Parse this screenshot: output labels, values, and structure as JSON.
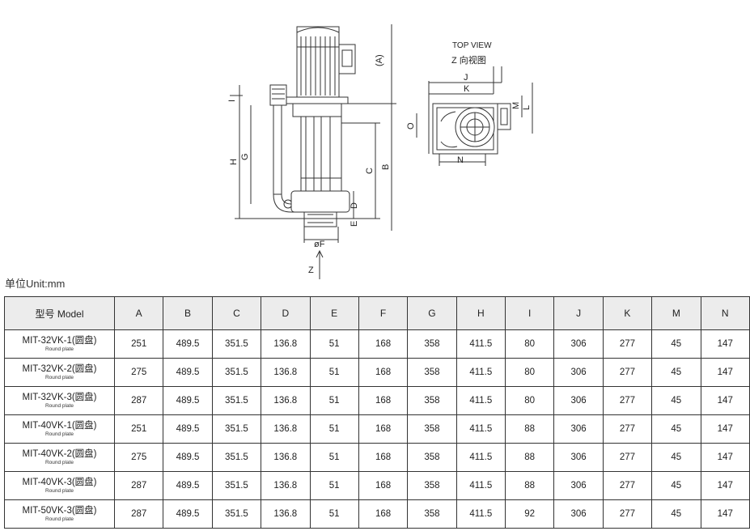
{
  "drawing": {
    "top_view_title": "TOP VIEW",
    "z_view_label": "Z  向视图",
    "z_arrow_label": "Z",
    "dim_labels": {
      "A": "(A)",
      "B": "B",
      "C": "C",
      "D": "D",
      "E": "E",
      "F": "øF",
      "G": "G",
      "H": "H",
      "I": "I",
      "J": "J",
      "K": "K",
      "L": "L",
      "M": "M",
      "N": "N",
      "O": "O"
    }
  },
  "unit_label": "单位Unit:mm",
  "table": {
    "headers": [
      "型号 Model",
      "A",
      "B",
      "C",
      "D",
      "E",
      "F",
      "G",
      "H",
      "I",
      "J",
      "K",
      "M",
      "N"
    ],
    "rows": [
      {
        "model": "MIT-32VK-1(圆盘)",
        "sub": "Round plate",
        "values": [
          "251",
          "489.5",
          "351.5",
          "136.8",
          "51",
          "168",
          "358",
          "411.5",
          "80",
          "306",
          "277",
          "45",
          "147"
        ]
      },
      {
        "model": "MIT-32VK-2(圆盘)",
        "sub": "Round plate",
        "values": [
          "275",
          "489.5",
          "351.5",
          "136.8",
          "51",
          "168",
          "358",
          "411.5",
          "80",
          "306",
          "277",
          "45",
          "147"
        ]
      },
      {
        "model": "MIT-32VK-3(圆盘)",
        "sub": "Round plate",
        "values": [
          "287",
          "489.5",
          "351.5",
          "136.8",
          "51",
          "168",
          "358",
          "411.5",
          "80",
          "306",
          "277",
          "45",
          "147"
        ]
      },
      {
        "model": "MIT-40VK-1(圆盘)",
        "sub": "Round plate",
        "values": [
          "251",
          "489.5",
          "351.5",
          "136.8",
          "51",
          "168",
          "358",
          "411.5",
          "88",
          "306",
          "277",
          "45",
          "147"
        ]
      },
      {
        "model": "MIT-40VK-2(圆盘)",
        "sub": "Round plate",
        "values": [
          "275",
          "489.5",
          "351.5",
          "136.8",
          "51",
          "168",
          "358",
          "411.5",
          "88",
          "306",
          "277",
          "45",
          "147"
        ]
      },
      {
        "model": "MIT-40VK-3(圆盘)",
        "sub": "Round plate",
        "values": [
          "287",
          "489.5",
          "351.5",
          "136.8",
          "51",
          "168",
          "358",
          "411.5",
          "88",
          "306",
          "277",
          "45",
          "147"
        ]
      },
      {
        "model": "MIT-50VK-3(圆盘)",
        "sub": "Round plate",
        "values": [
          "287",
          "489.5",
          "351.5",
          "136.8",
          "51",
          "168",
          "358",
          "411.5",
          "92",
          "306",
          "277",
          "45",
          "147"
        ]
      }
    ]
  }
}
